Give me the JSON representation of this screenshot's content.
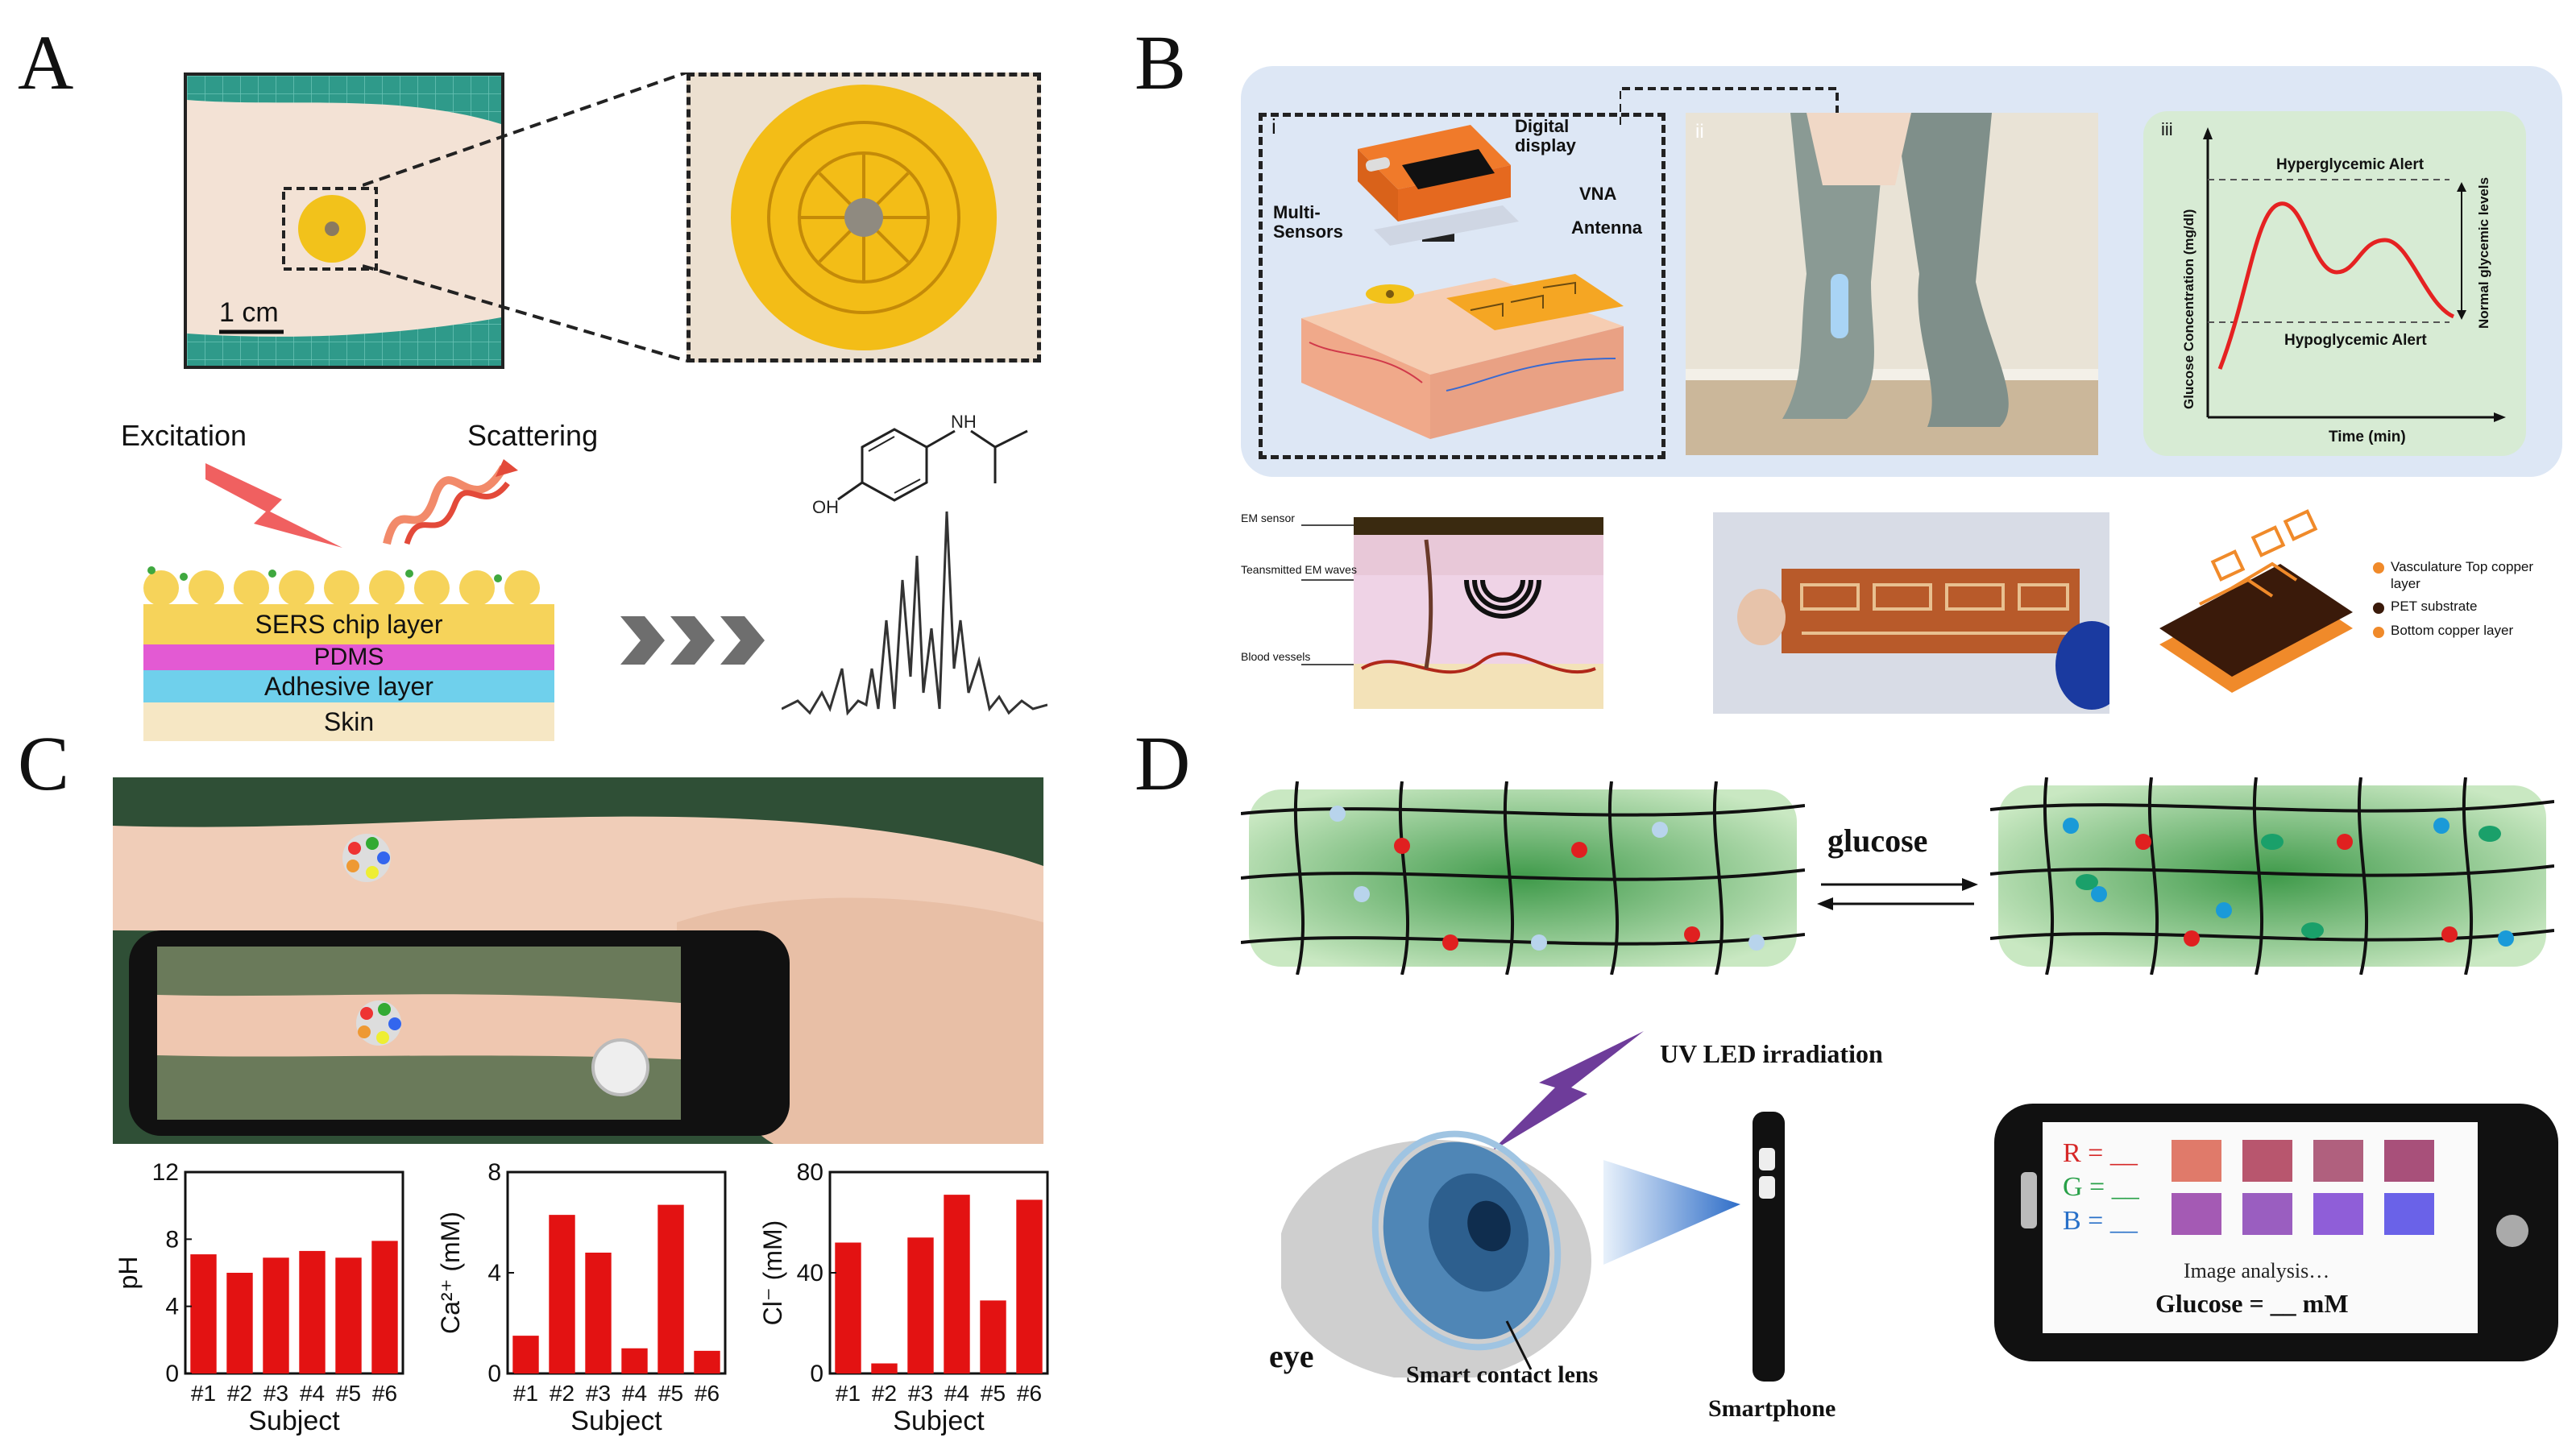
{
  "panel_labels": {
    "a": "A",
    "b": "B",
    "c": "C",
    "d": "D"
  },
  "panelA": {
    "scale_bar": "1 cm",
    "excitation": "Excitation",
    "scattering": "Scattering",
    "layers": [
      "SERS chip layer",
      "PDMS",
      "Adhesive layer",
      "Skin"
    ],
    "molecule_labels": {
      "oh": "OH",
      "nh": "NH"
    },
    "colors": {
      "sers": "#f6d35a",
      "pdms": "#e35ad3",
      "adhesive": "#6fd0ec",
      "skin": "#f6e7c4",
      "laser": "#f06060"
    }
  },
  "panelB": {
    "sub_labels": [
      "i",
      "ii",
      "iii"
    ],
    "device_labels": {
      "display": "Digital display",
      "vna": "VNA",
      "multisensors": "Multi-Sensors",
      "antenna": "Antenna"
    },
    "graph": {
      "ylabel": "Glucose Concentration (mg/dl)",
      "xlabel": "Time (min)",
      "hyper": "Hyperglycemic Alert",
      "hypo": "Hypoglycemic Alert",
      "normal": "Normal glycemic levels"
    },
    "skin_labels": {
      "em_sensor": "EM sensor",
      "transmitted": "Teansmitted EM waves",
      "blood": "Blood vessels"
    },
    "legend": [
      {
        "label": "Vasculature Top copper layer",
        "color": "#f08a2a"
      },
      {
        "label": "PET substrate",
        "color": "#3a1a0a"
      },
      {
        "label": "Bottom copper layer",
        "color": "#f08a2a"
      }
    ],
    "colors": {
      "bg": "#dde7f5",
      "graph_bg": "#d7ebd4",
      "curve": "#e52222"
    }
  },
  "panelC": {
    "charts": [
      {
        "type": "bar",
        "categories": [
          "#1",
          "#2",
          "#3",
          "#4",
          "#5",
          "#6"
        ],
        "values": [
          7.1,
          6.0,
          6.9,
          7.3,
          6.9,
          7.9
        ],
        "ylabel": "pH",
        "xlabel": "Subject",
        "ylim": [
          0,
          12
        ],
        "yticks": [
          "0",
          "4",
          "8",
          "12"
        ],
        "color": "#e31212"
      },
      {
        "type": "bar",
        "categories": [
          "#1",
          "#2",
          "#3",
          "#4",
          "#5",
          "#6"
        ],
        "values": [
          1.5,
          6.3,
          4.8,
          1.0,
          6.7,
          0.9
        ],
        "ylabel": "Ca²⁺ (mM)",
        "xlabel": "Subject",
        "ylim": [
          0,
          8
        ],
        "yticks": [
          "0",
          "4",
          "8"
        ],
        "color": "#e31212"
      },
      {
        "type": "bar",
        "categories": [
          "#1",
          "#2",
          "#3",
          "#4",
          "#5",
          "#6"
        ],
        "values": [
          52,
          4,
          54,
          71,
          29,
          69
        ],
        "ylabel": "Cl⁻ (mM)",
        "xlabel": "Subject",
        "ylim": [
          0,
          80
        ],
        "yticks": [
          "0",
          "40",
          "80"
        ],
        "color": "#e31212"
      }
    ]
  },
  "panelD": {
    "glucose": "glucose",
    "uv": "UV LED irradiation",
    "eye": "eye",
    "lens": "Smart contact lens",
    "phone": "Smartphone",
    "r": "R = __",
    "g": "G = __",
    "b": "B = __",
    "analysis": "Image analysis…",
    "result": "Glucose = __ mM",
    "swatches": [
      "#e07a6a",
      "#b8566e",
      "#b0607e",
      "#a8507a",
      "#a45ab4",
      "#9a5ec0",
      "#8f5ed8",
      "#6a62e8"
    ],
    "colors": {
      "hydrogel": "#9fd59a",
      "uv": "#6e3c9a"
    }
  }
}
